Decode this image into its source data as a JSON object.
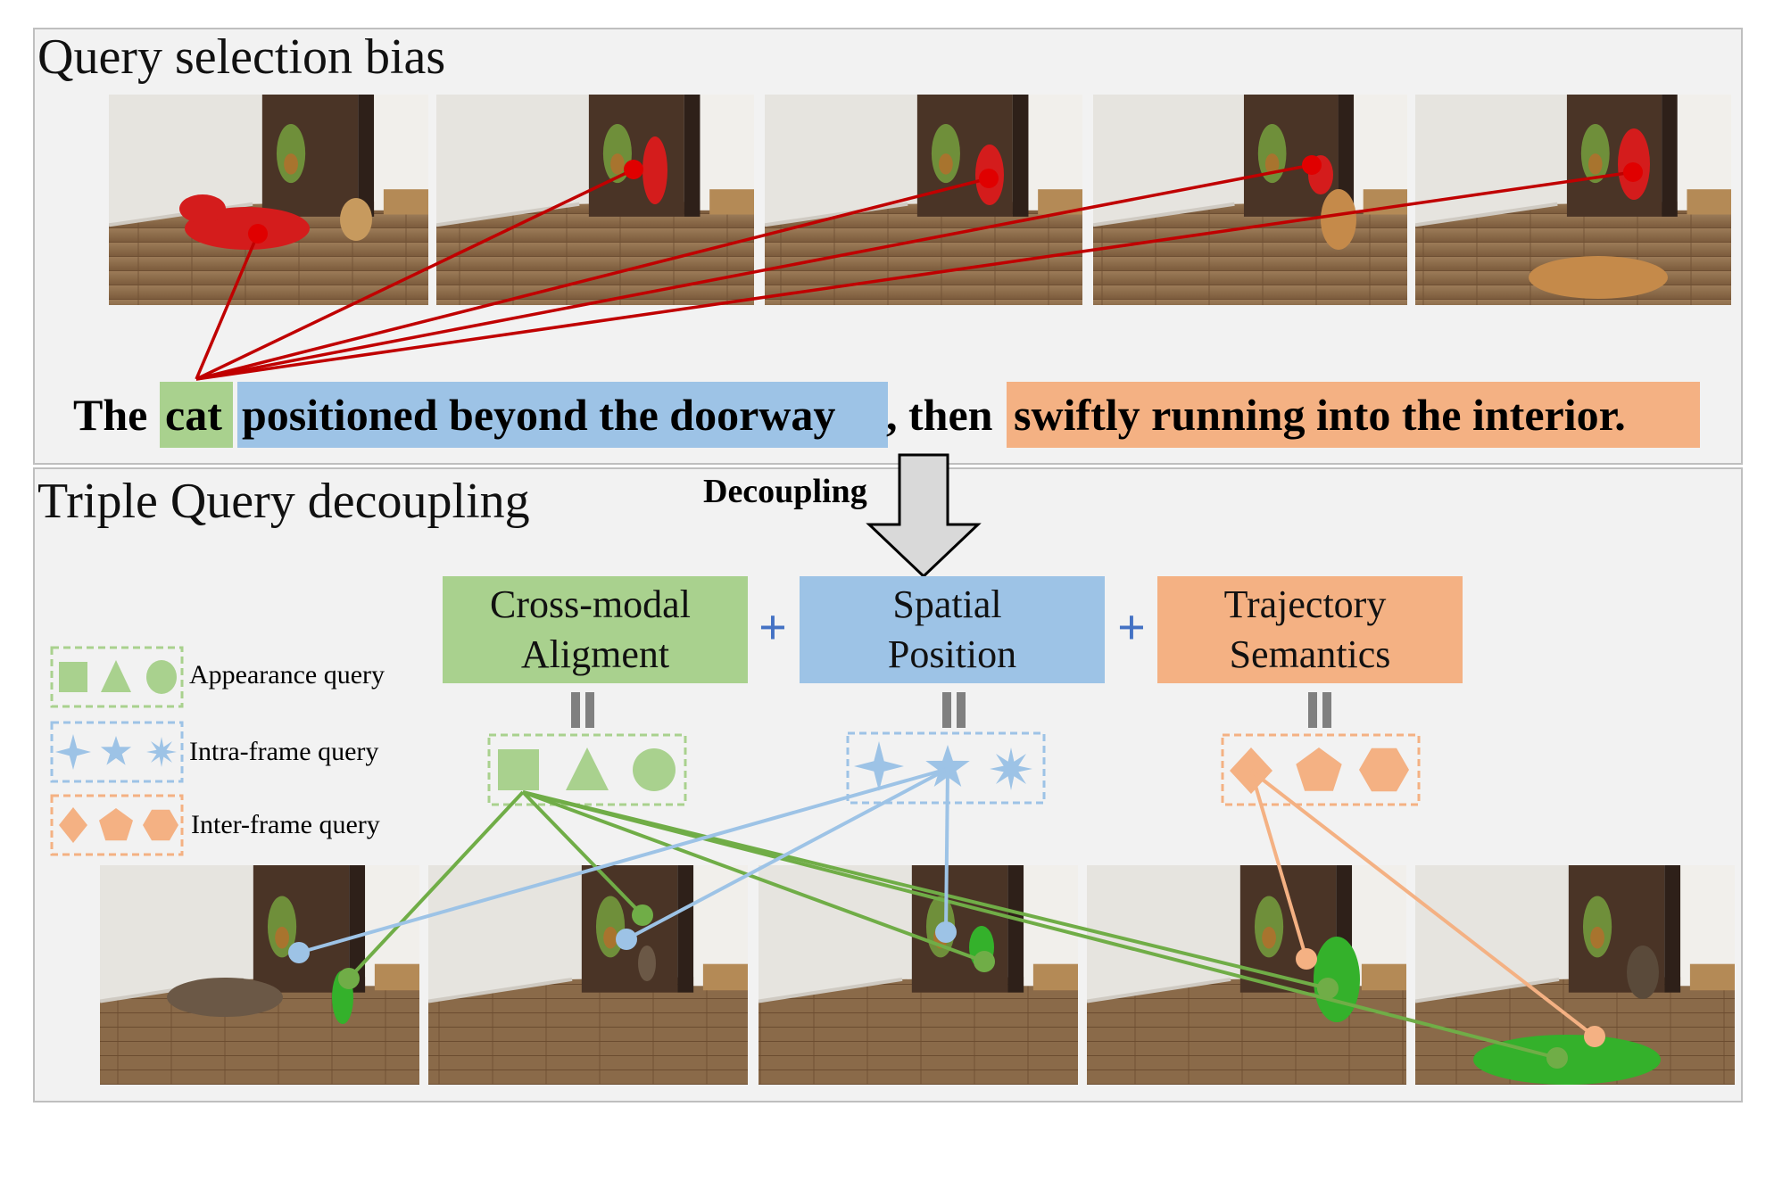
{
  "top_panel": {
    "title": "Query selection bias"
  },
  "sentence": {
    "words": [
      {
        "text": "The",
        "highlight": "none"
      },
      {
        "text": "cat",
        "highlight": "green"
      },
      {
        "text": "positioned beyond the doorway",
        "highlight": "blue"
      },
      {
        "text": ", then",
        "highlight": "none"
      },
      {
        "text": "swiftly running into the interior.",
        "highlight": "orange"
      }
    ]
  },
  "decoupling_label": "Decoupling",
  "bottom_panel": {
    "title": "Triple Query decoupling"
  },
  "boxes": [
    {
      "line1": "Cross-modal",
      "line2": "Aligment"
    },
    {
      "line1": "Spatial",
      "line2": "Position"
    },
    {
      "line1": "Trajectory",
      "line2": "Semantics"
    }
  ],
  "plus_sign": "+",
  "legend": [
    {
      "label": "Appearance query",
      "shapes": [
        "square-icon",
        "triangle-icon",
        "circle-icon"
      ]
    },
    {
      "label": "Intra-frame query",
      "shapes": [
        "star4-icon",
        "star5-icon",
        "star8-icon"
      ]
    },
    {
      "label": "Inter-frame query",
      "shapes": [
        "diamond-icon",
        "pentagon-icon",
        "hexagon-icon"
      ]
    }
  ],
  "colors": {
    "green": "#a9d18e",
    "green_dark": "#70ad47",
    "blue": "#9dc3e6",
    "blue_dark": "#5b9bd5",
    "orange": "#f4b183",
    "orange_dark": "#ed7d31",
    "red": "#c00000",
    "red_mask": "#d41c1c",
    "plus": "#4472c4",
    "panel_bg": "#f2f2f2",
    "panel_border": "#bfbfbf"
  }
}
